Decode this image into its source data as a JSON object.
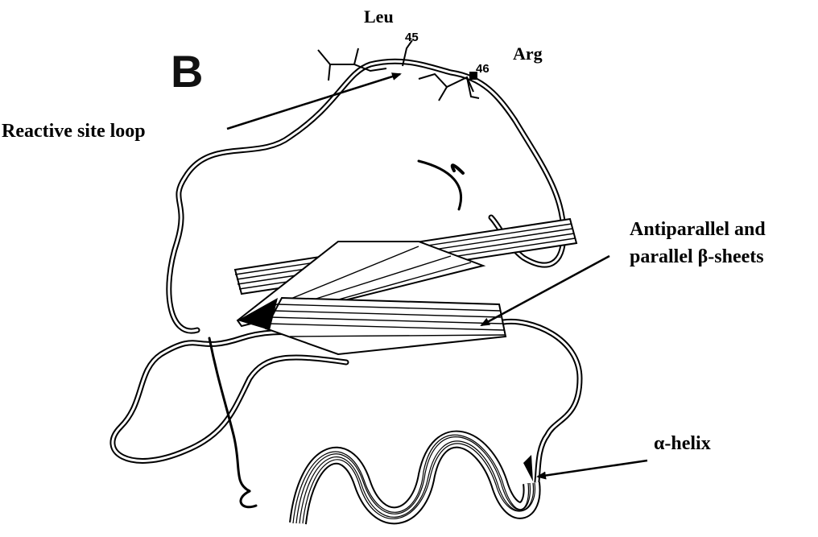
{
  "figure": {
    "panel_letter": "B",
    "residues": [
      {
        "name": "Leu",
        "number": "45"
      },
      {
        "name": "Arg",
        "number": "46"
      }
    ],
    "annotations": {
      "reactive_site_loop": "Reactive site loop",
      "beta_sheets_line1": "Antiparallel and",
      "beta_sheets_line2": "parallel β-sheets",
      "alpha_helix": "α-helix"
    }
  }
}
